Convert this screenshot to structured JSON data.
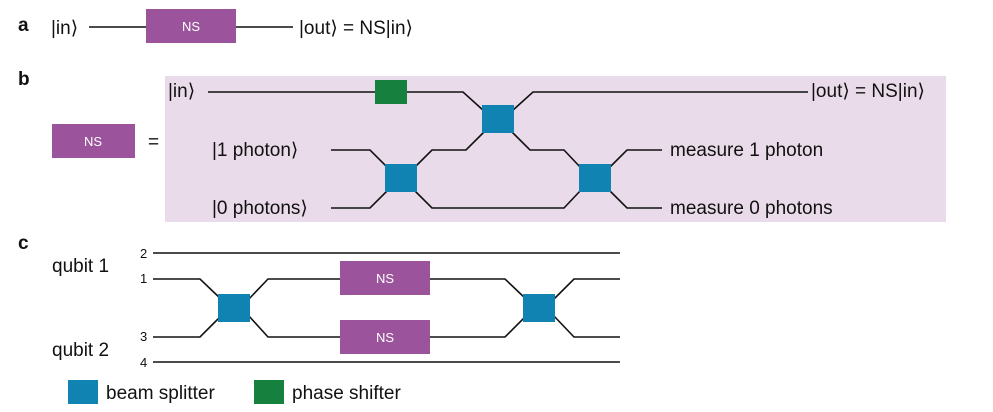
{
  "panels": {
    "a": "a",
    "b": "b",
    "c": "c"
  },
  "colors": {
    "ns_box": "#9b549c",
    "beam_splitter": "#1183b3",
    "phase_shifter": "#16803f",
    "panel_b_background": "#e9dbe9",
    "wire": "#111111"
  },
  "panel_a": {
    "input_label": "|in⟩",
    "ns_label": "NS",
    "output_label": "|out⟩ = NS|in⟩"
  },
  "panel_b": {
    "ns_label": "NS",
    "equals": "=",
    "input_label": "|in⟩",
    "output_label": "|out⟩ = NS|in⟩",
    "ancilla_1_label": "|1 photon⟩",
    "ancilla_0_label": "|0 photons⟩",
    "measure_1_label": "measure 1 photon",
    "measure_0_label": "measure 0 photons"
  },
  "panel_c": {
    "qubit1_label": "qubit 1",
    "qubit2_label": "qubit 2",
    "mode_labels": [
      "2",
      "1",
      "3",
      "4"
    ],
    "ns_top_label": "NS",
    "ns_bottom_label": "NS"
  },
  "legend": {
    "beam_splitter_label": "beam splitter",
    "beam_splitter_icon": "blue-square",
    "phase_shifter_label": "phase shifter",
    "phase_shifter_icon": "green-square"
  }
}
